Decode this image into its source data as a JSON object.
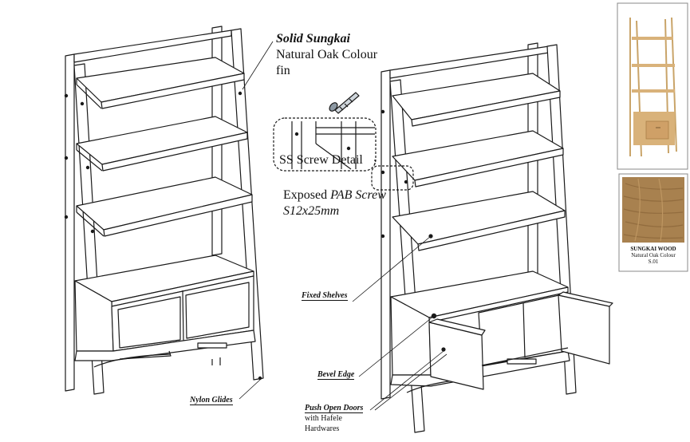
{
  "callouts": {
    "material_title": "Solid Sungkai",
    "material_desc_line1": "Natural Oak Colour",
    "material_desc_line2": "fin",
    "screw_detail": "SS Screw Detail",
    "exposed_prefix": "Exposed",
    "exposed_screw": "PAB Screw",
    "screw_size": "S12x25mm",
    "fixed_shelves": "Fixed Shelves",
    "bevel_edge": "Bevel Edge",
    "push_open_doors": "Push Open Doors",
    "push_open_sub1": "with Hafele",
    "push_open_sub2": "Hardwares",
    "nylon_glides": "Nylon Glides"
  },
  "swatch": {
    "title": "SUNGKAI WOOD",
    "line2": "Natural Oak Colour",
    "code": "S.01"
  },
  "colors": {
    "line": "#1a1a1a",
    "wood_light": "#d9b27a",
    "wood_dark": "#b98a4e",
    "swatch_wood": "#a8814f"
  }
}
